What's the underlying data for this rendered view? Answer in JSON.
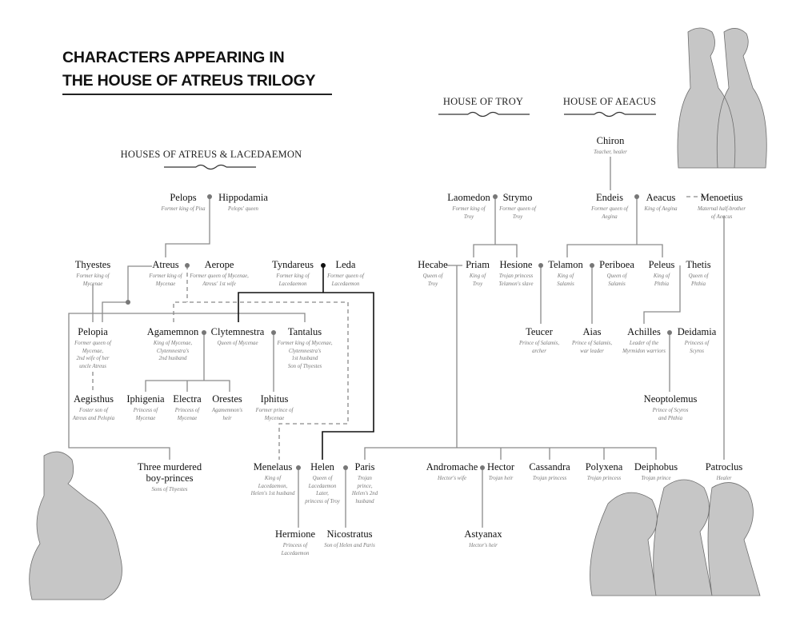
{
  "title": {
    "line1": "CHARACTERS APPEARING IN",
    "line2": "THE HOUSE OF ATREUS TRILOGY"
  },
  "sections": {
    "atreus": "HOUSES OF ATREUS & LACEDAEMON",
    "troy": "HOUSE OF TROY",
    "aeacus": "HOUSE OF AEACUS"
  },
  "colors": {
    "line": "#8a8a8a",
    "strong_line": "#111111",
    "dot": "#777777"
  },
  "nodes": [
    {
      "id": "pelops",
      "name": "Pelops",
      "sub": [
        "Former king of Pisa"
      ]
    },
    {
      "id": "hippodamia",
      "name": "Hippodamia",
      "sub": [
        "Pelops' queen"
      ]
    },
    {
      "id": "thyestes",
      "name": "Thyestes",
      "sub": [
        "Former king of",
        "Mycenae"
      ]
    },
    {
      "id": "atreus",
      "name": "Atreus",
      "sub": [
        "Former king of",
        "Mycenae"
      ]
    },
    {
      "id": "aerope",
      "name": "Aerope",
      "sub": [
        "Former queen of Mycenae,",
        "Atreus' 1st wife"
      ]
    },
    {
      "id": "tyndareus",
      "name": "Tyndareus",
      "sub": [
        "Former king of",
        "Lacedaemon"
      ]
    },
    {
      "id": "leda",
      "name": "Leda",
      "sub": [
        "Former queen of",
        "Lacedaemon"
      ]
    },
    {
      "id": "pelopia",
      "name": "Pelopia",
      "sub": [
        "Former queen of",
        "Mycenae,",
        "2nd wife of her",
        "uncle Atreus"
      ]
    },
    {
      "id": "agamemnon",
      "name": "Agamemnon",
      "sub": [
        "King of Mycenae,",
        "Clytemnestra's",
        "2nd husband"
      ]
    },
    {
      "id": "clytemnestra",
      "name": "Clytemnestra",
      "sub": [
        "Queen of Mycenae"
      ]
    },
    {
      "id": "tantalus",
      "name": "Tantalus",
      "sub": [
        "Former king of Mycenae,",
        "Clytemnestra's",
        "1st husband",
        "Son of Thyestes"
      ]
    },
    {
      "id": "aegisthus",
      "name": "Aegisthus",
      "sub": [
        "Foster son of",
        "Atreus and Pelopia"
      ]
    },
    {
      "id": "iphigenia",
      "name": "Iphigenia",
      "sub": [
        "Princess of",
        "Mycenae"
      ]
    },
    {
      "id": "electra",
      "name": "Electra",
      "sub": [
        "Princess of",
        "Mycenae"
      ]
    },
    {
      "id": "orestes",
      "name": "Orestes",
      "sub": [
        "Agamemnon's",
        "heir"
      ]
    },
    {
      "id": "iphitus",
      "name": "Iphitus",
      "sub": [
        "Former prince of",
        "Mycenae"
      ]
    },
    {
      "id": "boys",
      "name": "Three murdered",
      "name2": "boy-princes",
      "sub": [
        "Sons of Thyestes"
      ]
    },
    {
      "id": "menelaus",
      "name": "Menelaus",
      "sub": [
        "King of",
        "Lacedaemon,",
        "Helen's 1st husband"
      ]
    },
    {
      "id": "helen",
      "name": "Helen",
      "sub": [
        "Queen of",
        "Lacedaemon",
        "Later,",
        "princess of Troy"
      ]
    },
    {
      "id": "paris",
      "name": "Paris",
      "sub": [
        "Trojan",
        "prince,",
        "Helen's 2nd",
        "husband"
      ]
    },
    {
      "id": "hermione",
      "name": "Hermione",
      "sub": [
        "Princess of",
        "Lacedaemon"
      ]
    },
    {
      "id": "nicostratus",
      "name": "Nicostratus",
      "sub": [
        "Son of Helen and Paris"
      ]
    },
    {
      "id": "laomedon",
      "name": "Laomedon",
      "sub": [
        "Former king of",
        "Troy"
      ]
    },
    {
      "id": "strymo",
      "name": "Strymo",
      "sub": [
        "Former queen of",
        "Troy"
      ]
    },
    {
      "id": "chiron",
      "name": "Chiron",
      "sub": [
        "Teacher, healer"
      ]
    },
    {
      "id": "endeis",
      "name": "Endeis",
      "sub": [
        "Former queen of",
        "Aegina"
      ]
    },
    {
      "id": "aeacus",
      "name": "Aeacus",
      "sub": [
        "King of Aegina"
      ]
    },
    {
      "id": "menoetius",
      "name": "Menoetius",
      "sub": [
        "Maternal half-brother",
        "of Aeacus"
      ]
    },
    {
      "id": "hecabe",
      "name": "Hecabe",
      "sub": [
        "Queen of",
        "Troy"
      ]
    },
    {
      "id": "priam",
      "name": "Priam",
      "sub": [
        "King of",
        "Troy"
      ]
    },
    {
      "id": "hesione",
      "name": "Hesione",
      "sub": [
        "Trojan princess",
        "Telamon's slave"
      ]
    },
    {
      "id": "telamon",
      "name": "Telamon",
      "sub": [
        "King of",
        "Salamis"
      ]
    },
    {
      "id": "periboea",
      "name": "Periboea",
      "sub": [
        "Queen of",
        "Salamis"
      ]
    },
    {
      "id": "peleus",
      "name": "Peleus",
      "sub": [
        "King of",
        "Phthia"
      ]
    },
    {
      "id": "thetis",
      "name": "Thetis",
      "sub": [
        "Queen of",
        "Phthia"
      ]
    },
    {
      "id": "teucer",
      "name": "Teucer",
      "sub": [
        "Prince of Salamis,",
        "archer"
      ]
    },
    {
      "id": "aias",
      "name": "Aias",
      "sub": [
        "Prince of Salamis,",
        "war leader"
      ]
    },
    {
      "id": "achilles",
      "name": "Achilles",
      "sub": [
        "Leader of the",
        "Myrmidon warriors"
      ]
    },
    {
      "id": "deidamia",
      "name": "Deidamia",
      "sub": [
        "Princess of",
        "Scyros"
      ]
    },
    {
      "id": "neoptolemus",
      "name": "Neoptolemus",
      "sub": [
        "Prince of Scyros",
        "and Phthia"
      ]
    },
    {
      "id": "andromache",
      "name": "Andromache",
      "sub": [
        "Hector's wife"
      ]
    },
    {
      "id": "hector",
      "name": "Hector",
      "sub": [
        "Trojan heir"
      ]
    },
    {
      "id": "cassandra",
      "name": "Cassandra",
      "sub": [
        "Trojan princess"
      ]
    },
    {
      "id": "polyxena",
      "name": "Polyxena",
      "sub": [
        "Trojan princess"
      ]
    },
    {
      "id": "deiphobus",
      "name": "Deiphobus",
      "sub": [
        "Trojan prince"
      ]
    },
    {
      "id": "patroclus",
      "name": "Patroclus",
      "sub": [
        "Healer"
      ]
    },
    {
      "id": "astyanax",
      "name": "Astyanax",
      "sub": [
        "Hector's heir"
      ]
    }
  ]
}
